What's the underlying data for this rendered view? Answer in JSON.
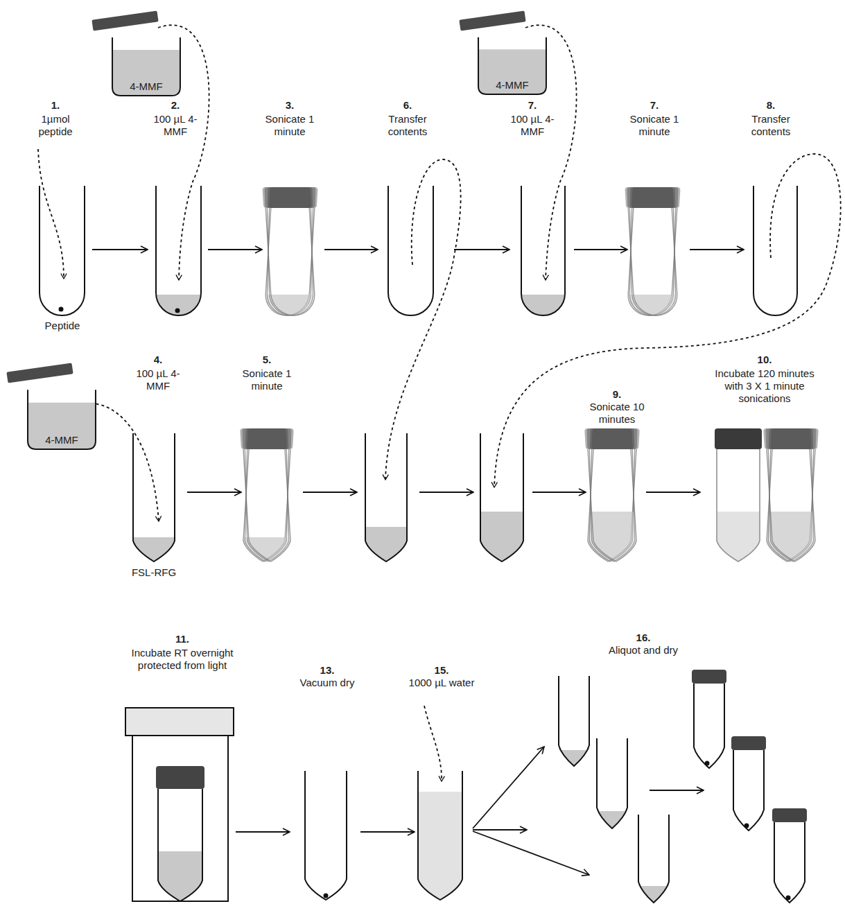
{
  "diagram": {
    "nodes": [
      {
        "text": [
          "4-MMF"
        ]
      },
      {
        "text": [
          "4-MMF"
        ]
      },
      {
        "text": [
          "4-MMF"
        ]
      }
    ],
    "labels": [
      "1.",
      "1µmol peptide",
      "2.",
      "100 µL 4-MMF",
      "3.",
      "Sonicate 1 minute",
      "6.",
      "Transfer contents",
      "7.",
      "100 µL 4-MMF",
      "7.",
      "Sonicate 1 minute",
      "8.",
      "Transfer contents",
      "Peptide",
      "4.",
      "100 µL 4-MMF",
      "5.",
      "Sonicate 1 minute",
      "9.",
      "Sonicate 10 minutes",
      "10.",
      "Incubate 120 minutes with 3 X 1 minute sonications",
      "FSL-RFG",
      "11.",
      "Incubate RT overnight protected from light",
      "13.",
      "Vacuum dry",
      "15.",
      "1000 µL water",
      "16.",
      "Aliquot and dry"
    ]
  }
}
